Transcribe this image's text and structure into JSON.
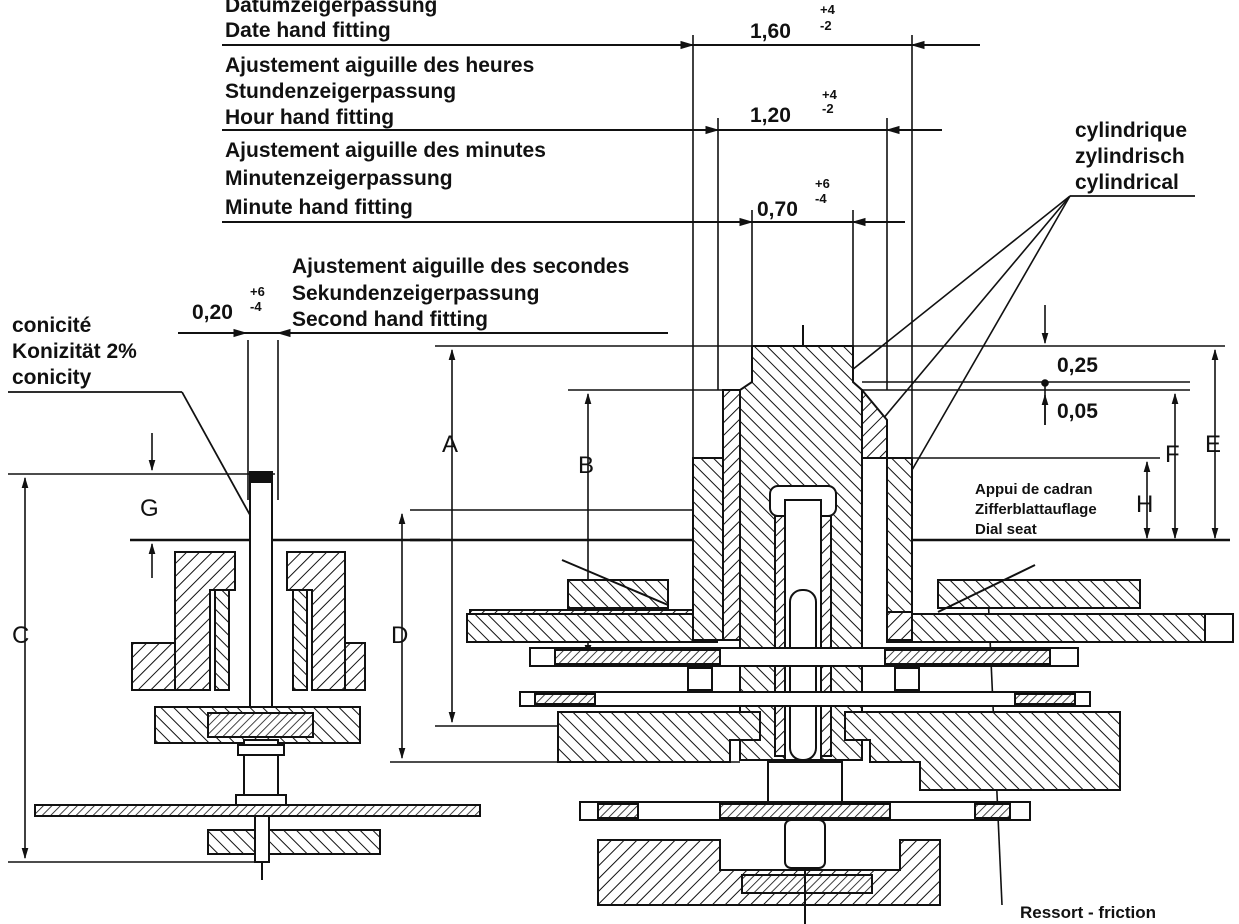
{
  "date_fit": {
    "fr": "Datumzeigerpassung",
    "en": "Date hand fitting",
    "dim": "1,60",
    "tol_up": "+4",
    "tol_lo": "-2"
  },
  "hour_fit": {
    "fr": "Ajustement aiguille des heures",
    "de": "Stundenzeigerpassung",
    "en": "Hour hand fitting",
    "dim": "1,20",
    "tol_up": "+4",
    "tol_lo": "-2"
  },
  "minute_fit": {
    "fr": "Ajustement aiguille des minutes",
    "de": "Minutenzeigerpassung",
    "en": "Minute hand fitting",
    "dim": "0,70",
    "tol_up": "+6",
    "tol_lo": "-4"
  },
  "second_fit": {
    "fr": "Ajustement aiguille des secondes",
    "de": "Sekundenzeigerpassung",
    "en": "Second hand fitting",
    "dim": "0,20",
    "tol_up": "+6",
    "tol_lo": "-4"
  },
  "conicity": {
    "fr": "conicité",
    "de": "Konizität 2%",
    "en": "conicity"
  },
  "cylindrical": {
    "fr": "cylindrique",
    "de": "zylindrisch",
    "en": "cylindrical"
  },
  "dial_seat": {
    "fr": "Appui de cadran",
    "de": "Zifferblattauflage",
    "en": "Dial seat"
  },
  "spring": {
    "label": "Ressort - friction"
  },
  "dims": {
    "d025": "0,25",
    "d005": "0,05"
  },
  "letters": {
    "A": "A",
    "B": "B",
    "C": "C",
    "D": "D",
    "E": "E",
    "F": "F",
    "G": "G",
    "H": "H"
  },
  "colors": {
    "ink": "#111111",
    "paper": "#ffffff"
  }
}
